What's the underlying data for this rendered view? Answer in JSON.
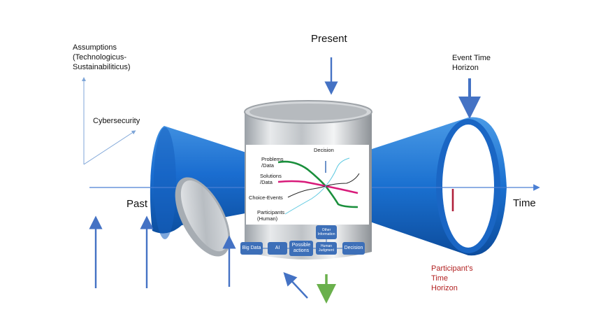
{
  "labels": {
    "present": "Present",
    "past": "Past",
    "time": "Time",
    "assumptions": "Assumptions\n(Technologicus-\nSustainabiliticus)",
    "cybersecurity": "Cybersecurity",
    "event_horizon": "Event Time\nHorizon",
    "participant_horizon": "Participant’s\nTime\nHorizon"
  },
  "garbage_can_chart": {
    "decision": "Decision",
    "problems": "Problems\n/Data",
    "solutions": "Solutions\n/Data",
    "choice_events": "Choice-Events",
    "participants": "Participants\n(Human)"
  },
  "flow": {
    "big_data": "Big Data",
    "ai": "AI",
    "possible_actions": "Possible\nactions",
    "human_judgment": "Human\nJudgment",
    "decision": "Decision",
    "other_information": "Other\nInformation"
  },
  "colors": {
    "cone_blue": "#1f6fc8",
    "axis": "#4a7fd4",
    "arrow_blue": "#4472c4",
    "problems_line": "#1a8f3c",
    "solutions_line": "#d81b7a",
    "choice_line": "#222222",
    "participants_line": "#5bc8e0",
    "horizon_marker": "#b0203a",
    "flow_box": "#3d6fb8",
    "green_arrow": "#6ab04c"
  }
}
